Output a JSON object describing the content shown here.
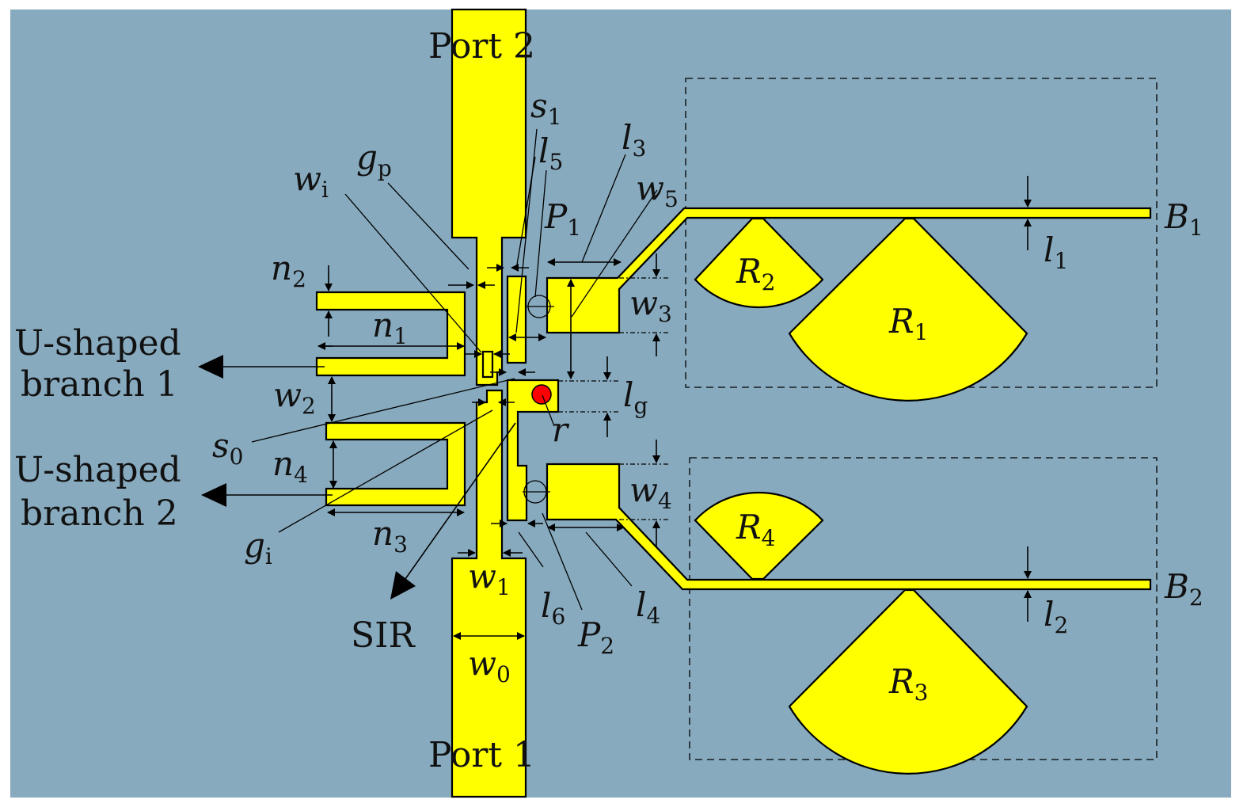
{
  "title": "Filter layout with U-shaped branches, SIR and radial stub networks",
  "colors": {
    "background": "#87aabe",
    "conductor": "#ffff00",
    "via": "#ff0000",
    "outline": "#000000"
  },
  "ports": {
    "port2": "Port 2",
    "port1": "Port 1"
  },
  "annotations": {
    "u_branch_1_line1": "U-shaped",
    "u_branch_1_line2": "branch 1",
    "u_branch_2_line1": "U-shaped",
    "u_branch_2_line2": "branch 2",
    "sir": "SIR"
  },
  "dimensions": {
    "s1": {
      "base": "s",
      "sub": "1"
    },
    "l5": {
      "base": "l",
      "sub": "5"
    },
    "gp": {
      "base": "g",
      "sub": "p"
    },
    "wi": {
      "base": "w",
      "sub": "i"
    },
    "P1": {
      "base": "P",
      "sub": "1"
    },
    "l3": {
      "base": "l",
      "sub": "3"
    },
    "w5": {
      "base": "w",
      "sub": "5"
    },
    "n2": {
      "base": "n",
      "sub": "2"
    },
    "n1": {
      "base": "n",
      "sub": "1"
    },
    "w3": {
      "base": "w",
      "sub": "3"
    },
    "w2": {
      "base": "w",
      "sub": "2"
    },
    "lg": {
      "base": "l",
      "sub": "g"
    },
    "s0": {
      "base": "s",
      "sub": "0"
    },
    "r": {
      "base": "r",
      "sub": ""
    },
    "n4": {
      "base": "n",
      "sub": "4"
    },
    "w4": {
      "base": "w",
      "sub": "4"
    },
    "gi": {
      "base": "g",
      "sub": "i"
    },
    "n3": {
      "base": "n",
      "sub": "3"
    },
    "w1": {
      "base": "w",
      "sub": "1"
    },
    "l6": {
      "base": "l",
      "sub": "6"
    },
    "l4": {
      "base": "l",
      "sub": "4"
    },
    "P2": {
      "base": "P",
      "sub": "2"
    },
    "w0": {
      "base": "w",
      "sub": "0"
    },
    "l1": {
      "base": "l",
      "sub": "1"
    },
    "l2": {
      "base": "l",
      "sub": "2"
    }
  },
  "stubs": {
    "R1": {
      "base": "R",
      "sub": "1"
    },
    "R2": {
      "base": "R",
      "sub": "2"
    },
    "R3": {
      "base": "R",
      "sub": "3"
    },
    "R4": {
      "base": "R",
      "sub": "4"
    }
  },
  "branches": {
    "B1": {
      "base": "B",
      "sub": "1"
    },
    "B2": {
      "base": "B",
      "sub": "2"
    }
  }
}
